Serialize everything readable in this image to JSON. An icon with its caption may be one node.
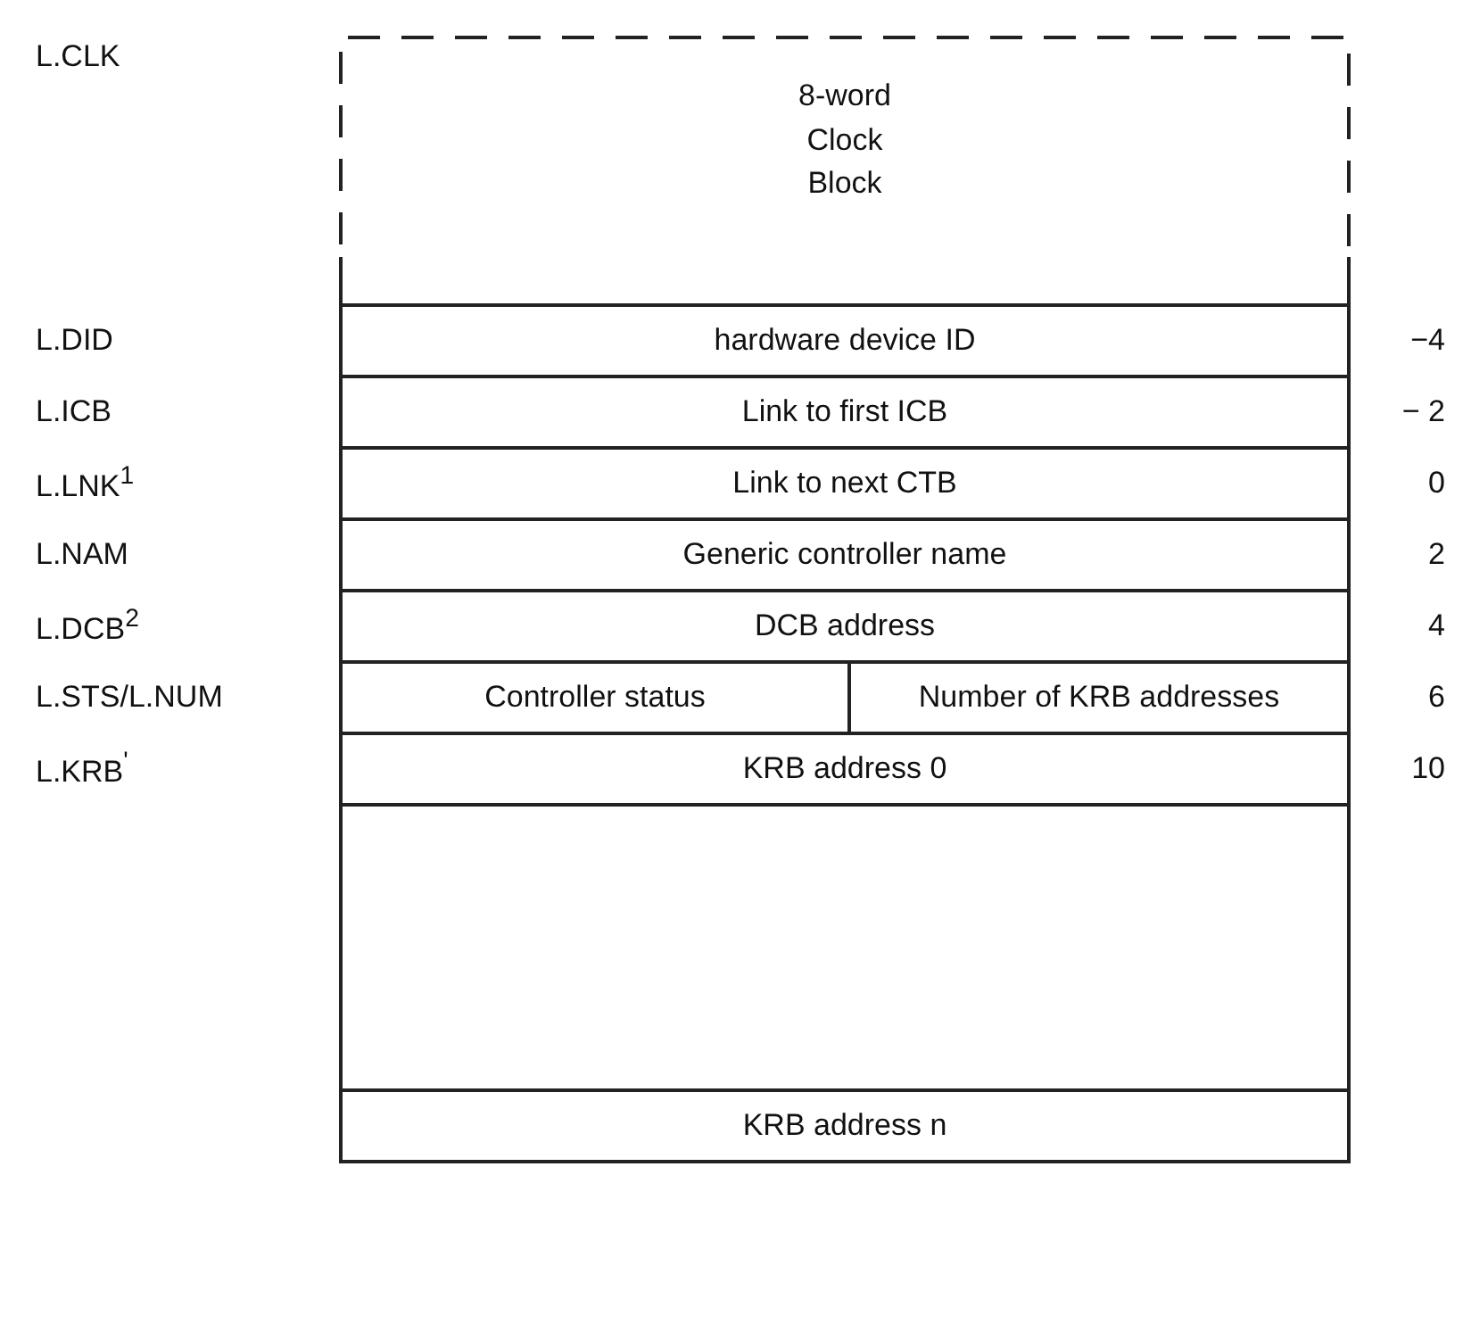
{
  "diagram": {
    "nodes": [
      {
        "text": [
          "8-word Clock Block"
        ]
      },
      {
        "text": [
          "hardware device ID"
        ]
      },
      {
        "text": [
          "Link to first ICB"
        ]
      },
      {
        "text": [
          "Link to next CTB"
        ]
      },
      {
        "text": [
          "Generic controller name"
        ]
      },
      {
        "text": [
          "DCB address"
        ]
      },
      {
        "text": [
          "Controller status"
        ]
      },
      {
        "text": [
          "Number of KRB addresses"
        ]
      },
      {
        "text": [
          "KRB address 0"
        ]
      },
      {
        "text": [],
        "shape": "box"
      },
      {
        "text": [
          "KRB address n"
        ]
      }
    ],
    "edges": [],
    "labels": [
      "L.CLK",
      "L.DID",
      "−4",
      "L.ICB",
      "− 2",
      "L.LNK$^{1}$",
      "0",
      "L.NAM",
      "2",
      "L.DCB$^{2}$",
      "4",
      "L.STS/L.NUM",
      "6",
      "L.KRB$^{'}$",
      "10"
    ]
  }
}
